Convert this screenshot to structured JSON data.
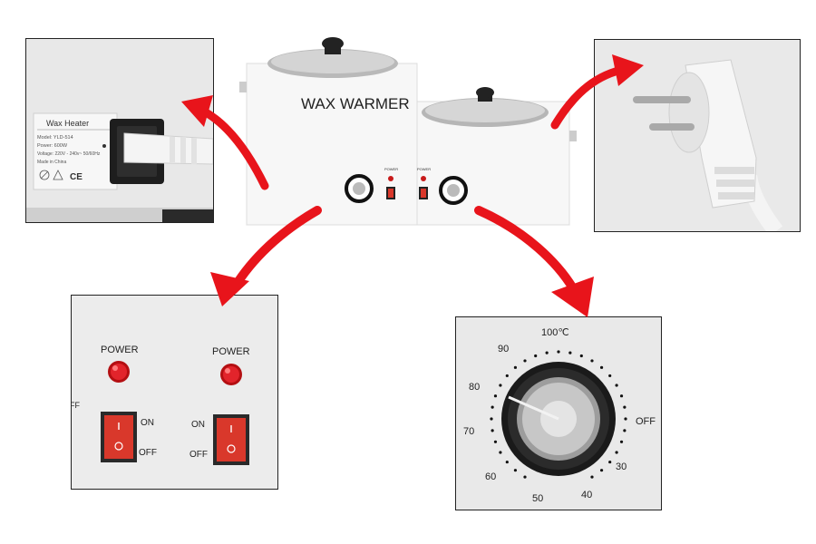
{
  "product": {
    "title": "WAX WARMER",
    "power_label": "POWER"
  },
  "label_panel": {
    "heading": "Wax Heater",
    "model": "Model: YLD-514",
    "power": "Power: 600W",
    "voltage": "Voltage: 220V - 240v~ 50/60Hz",
    "origin": "Made in China",
    "ce_mark": "CE"
  },
  "power_panel": {
    "left_power": "POWER",
    "right_power": "POWER",
    "left_on": "ON",
    "left_off": "OFF",
    "right_on": "ON",
    "right_off": "OFF",
    "edge_left": "FF"
  },
  "dial_panel": {
    "off": "OFF",
    "ticks": [
      "100℃",
      "90",
      "80",
      "70",
      "60",
      "50",
      "40",
      "30"
    ]
  },
  "colors": {
    "arrow": "#e8141b",
    "indicator": "#d8141a",
    "switch": "#d9382b",
    "panel_bg": "#ececec"
  }
}
